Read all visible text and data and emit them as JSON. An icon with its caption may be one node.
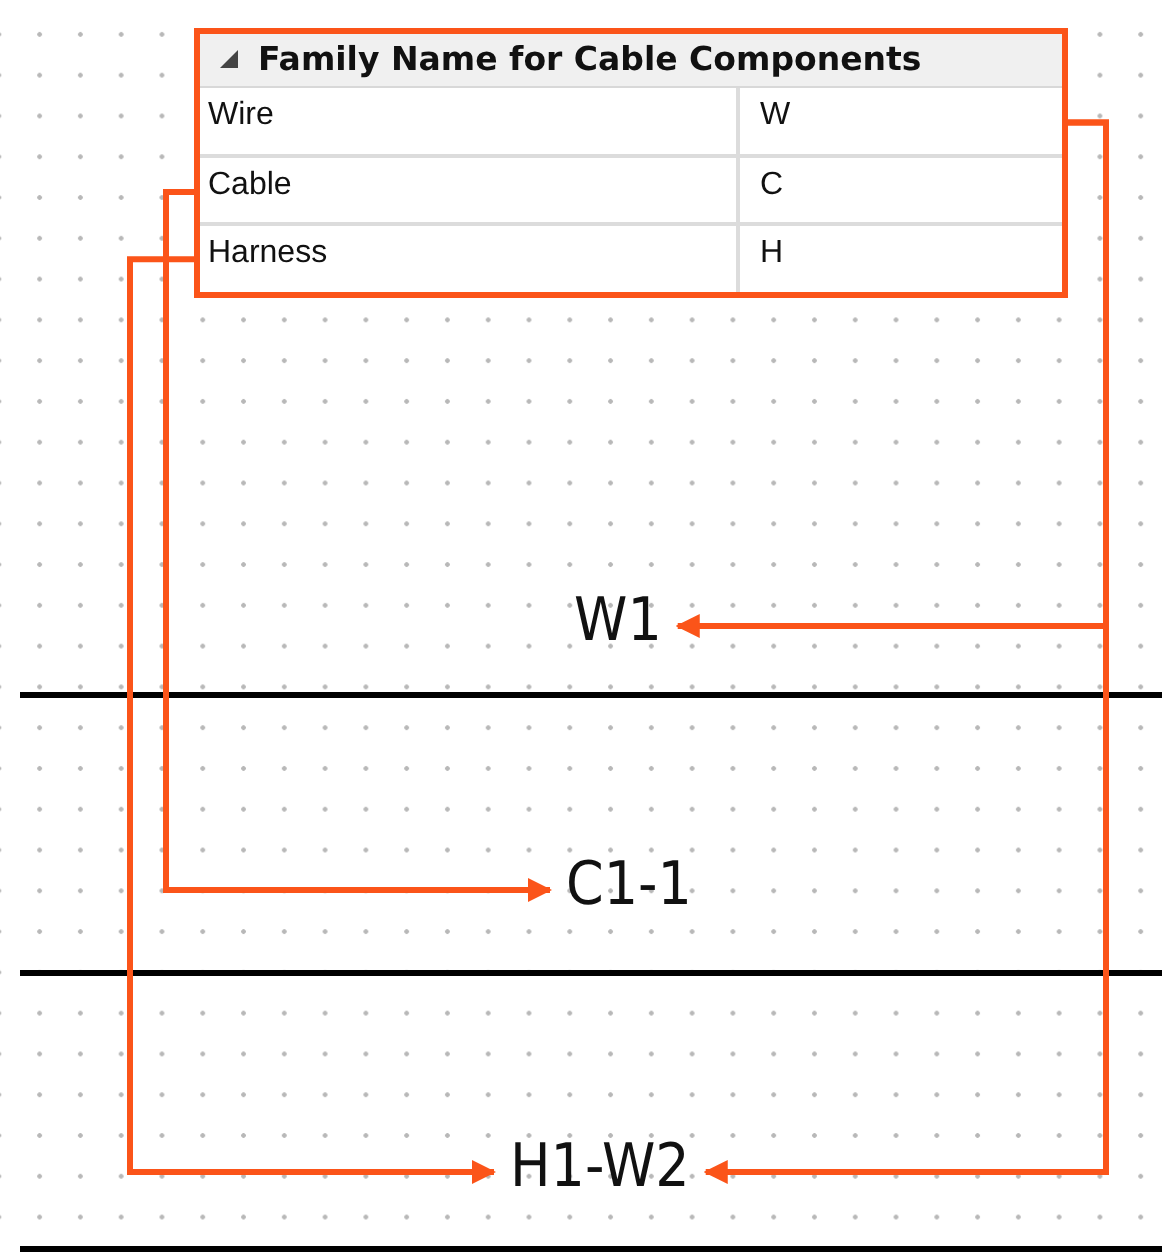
{
  "diagram": {
    "nodes": [
      {
        "text": [
          "Family Name for Cable Components"
        ]
      },
      {
        "text": [
          "Wire",
          "W"
        ],
        "in": 0
      },
      {
        "text": [
          "Cable",
          "C"
        ],
        "in": 0
      },
      {
        "text": [
          "Harness",
          "H"
        ],
        "in": 0
      },
      {
        "text": [
          "W1"
        ]
      },
      {
        "text": [
          "C1-1"
        ]
      },
      {
        "text": [
          "H1-W2"
        ]
      }
    ],
    "edges": [
      {
        "from": 1,
        "to": 4,
        "arrow": "to"
      },
      {
        "from": 1,
        "to": 6,
        "arrow": "to"
      },
      {
        "from": 2,
        "to": 5,
        "arrow": "to"
      },
      {
        "from": 3,
        "to": 6,
        "arrow": "to"
      }
    ]
  }
}
